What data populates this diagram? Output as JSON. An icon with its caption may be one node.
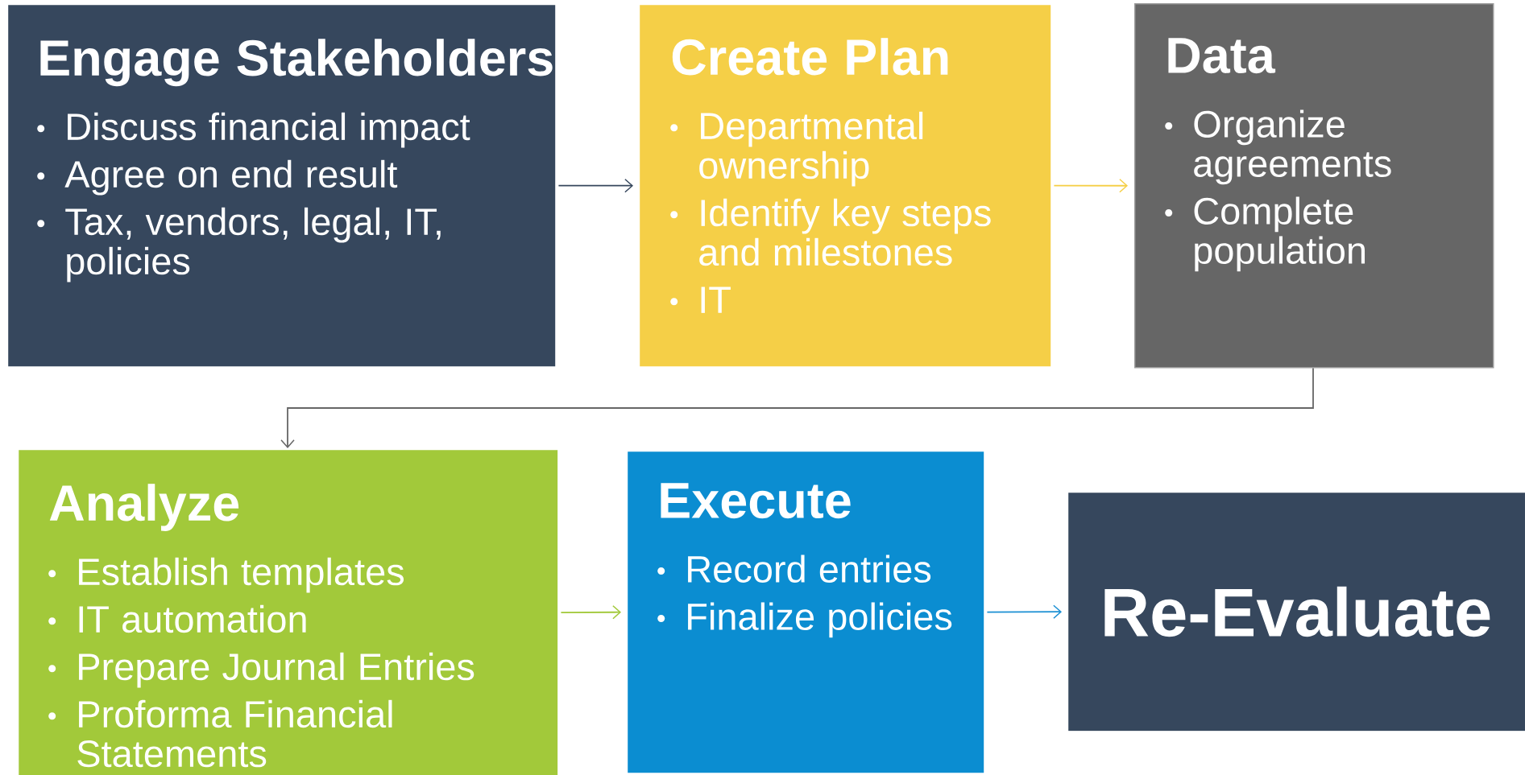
{
  "diagram": {
    "nodes": [
      {
        "text": [
          "Engage Stakeholders",
          "Discuss financial impact",
          "Agree on end result",
          "Tax, vendors, legal, IT, policies"
        ]
      },
      {
        "text": [
          "Create Plan",
          "Departmental ownership",
          "Identify key steps and milestones",
          "IT"
        ]
      },
      {
        "text": [
          "Data",
          "Organize agreements",
          "Complete population"
        ]
      },
      {
        "text": [
          "Analyze",
          "Establish templates",
          "IT automation",
          "Prepare Journal Entries",
          "Proforma Financial Statements"
        ]
      },
      {
        "text": [
          "Execute",
          "Record entries",
          "Finalize policies"
        ]
      },
      {
        "text": [
          "Re-Evaluate"
        ]
      }
    ],
    "edges": [
      {
        "from": 0,
        "to": 1,
        "arrow": "to",
        "color": "#36475d"
      },
      {
        "from": 1,
        "to": 2,
        "arrow": "to",
        "color": "#f5cf47"
      },
      {
        "from": 2,
        "to": 3,
        "arrow": "to",
        "color": "#666666"
      },
      {
        "from": 3,
        "to": 4,
        "arrow": "to",
        "color": "#a2c93a"
      },
      {
        "from": 4,
        "to": 5,
        "arrow": "to",
        "color": "#1a8fd3"
      }
    ]
  }
}
